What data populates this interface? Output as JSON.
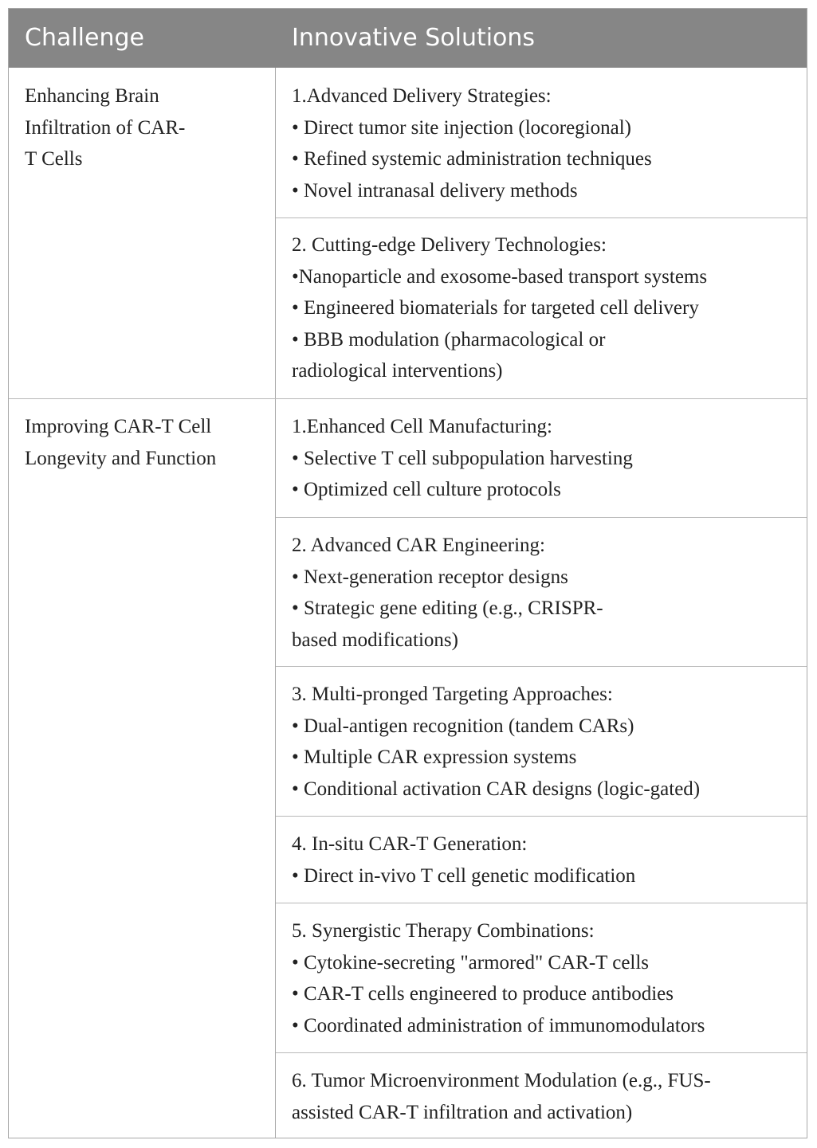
{
  "header": {
    "challenge": "Challenge",
    "solutions": "Innovative Solutions"
  },
  "rows": [
    {
      "challenge_lines": [
        "Enhancing Brain",
        "Infiltration of CAR-",
        "T Cells"
      ],
      "solutions": [
        {
          "lines": [
            "1.Advanced Delivery Strategies:",
            "• Direct tumor site injection (locoregional)",
            "• Refined systemic administration techniques",
            "• Novel intranasal delivery methods"
          ]
        },
        {
          "lines": [
            "2. Cutting-edge Delivery Technologies:",
            "•Nanoparticle and exosome-based transport systems",
            "• Engineered biomaterials for targeted cell delivery",
            "• BBB modulation (pharmacological or",
            "radiological interventions)"
          ]
        }
      ]
    },
    {
      "challenge_lines": [
        "Improving CAR-T Cell",
        "Longevity and Function"
      ],
      "solutions": [
        {
          "lines": [
            "1.Enhanced Cell Manufacturing:",
            "• Selective T cell subpopulation harvesting",
            "• Optimized cell culture protocols"
          ]
        },
        {
          "lines": [
            "2. Advanced CAR Engineering:",
            "• Next-generation receptor designs",
            "• Strategic gene editing (e.g., CRISPR-",
            "based modifications)"
          ]
        },
        {
          "lines": [
            "3. Multi-pronged Targeting Approaches:",
            "• Dual-antigen recognition (tandem CARs)",
            "• Multiple CAR expression systems",
            "• Conditional activation CAR designs (logic-gated)"
          ]
        },
        {
          "lines": [
            "4. In-situ CAR-T Generation:",
            "• Direct in-vivo T cell genetic modification"
          ]
        },
        {
          "lines": [
            "5. Synergistic Therapy Combinations:",
            "• Cytokine-secreting \"armored\" CAR-T cells",
            "• CAR-T cells engineered to produce antibodies",
            "• Coordinated administration of immunomodulators"
          ]
        },
        {
          "lines": [
            "6. Tumor Microenvironment Modulation (e.g., FUS-",
            "assisted CAR-T infiltration and activation)"
          ]
        }
      ]
    }
  ]
}
